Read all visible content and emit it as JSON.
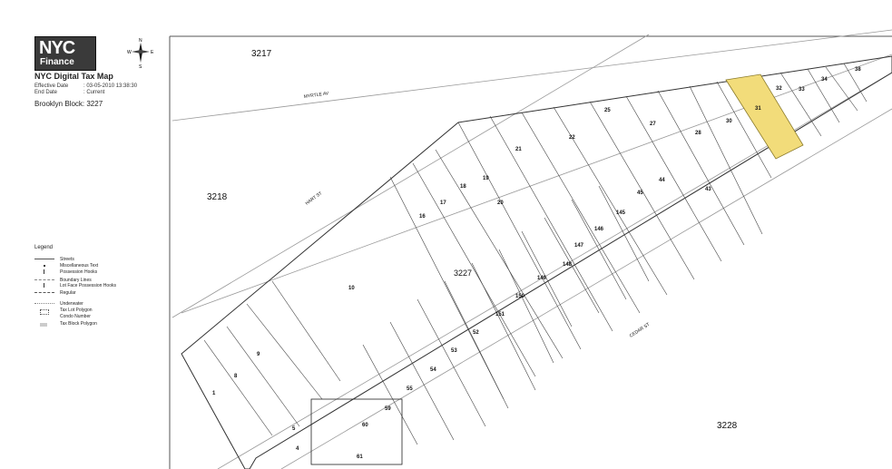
{
  "header": {
    "logo_line1": "NYC",
    "logo_line2": "Finance",
    "title": "NYC Digital Tax Map",
    "effective_date_label": "Effective Date",
    "effective_date_value": ": 03-05-2010 13:38:30",
    "end_date_label": "End Date",
    "end_date_value": ": Current",
    "block_label": "Brooklyn Block: 3227"
  },
  "compass": {
    "n": "N",
    "s": "S",
    "e": "E",
    "w": "W"
  },
  "legend": {
    "title": "Legend",
    "items": [
      {
        "label": "Streets",
        "icon": "solid-line"
      },
      {
        "label": "Miscellaneous Text",
        "icon": "dot"
      },
      {
        "label": "Possession Hooks",
        "icon": "hook"
      },
      {
        "label": "Boundary Lines",
        "icon": "dash-dot-line"
      },
      {
        "label": "Lot Face Possession Hooks",
        "icon": "hook"
      },
      {
        "label": "Regular",
        "icon": "dashed-line"
      },
      {
        "label": "Underwater",
        "icon": "dotted-line"
      },
      {
        "label": "Tax Lot Polygon",
        "icon": "dotted-box"
      },
      {
        "label": "Condo Number",
        "icon": "blank"
      },
      {
        "label": "Tax Block Polygon",
        "icon": "block-number"
      }
    ]
  },
  "map": {
    "block_numbers": [
      "3217",
      "3218",
      "3227",
      "3228"
    ],
    "streets": [
      "MYRTLE AV",
      "HART ST",
      "CEDAR ST"
    ],
    "highlighted_lot": "31",
    "highlight_color": "#f2dc7a",
    "lots": [
      "1",
      "4",
      "5",
      "8",
      "9",
      "10",
      "16",
      "17",
      "18",
      "19",
      "20",
      "21",
      "22",
      "25",
      "27",
      "28",
      "30",
      "31",
      "32",
      "33",
      "34",
      "38",
      "43",
      "44",
      "45",
      "52",
      "53",
      "54",
      "55",
      "59",
      "60",
      "61",
      "145",
      "146",
      "147",
      "148",
      "149",
      "150",
      "151"
    ]
  }
}
